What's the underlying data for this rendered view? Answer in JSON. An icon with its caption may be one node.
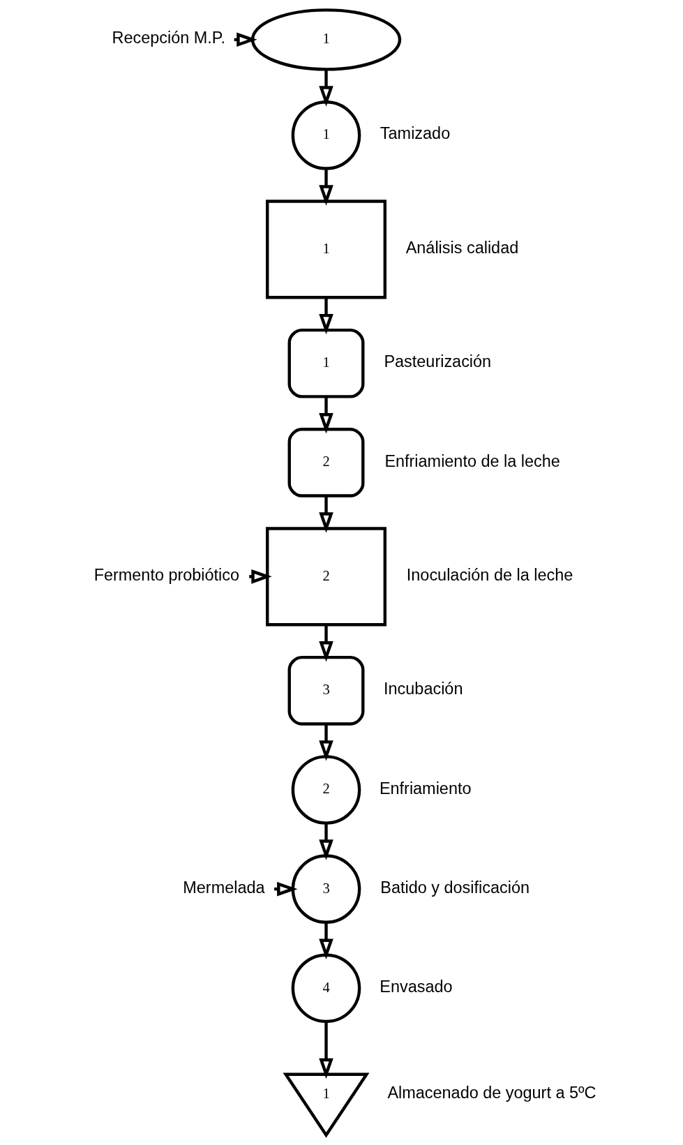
{
  "diagram": {
    "nodes": [
      {
        "text": [
          "Recepción M.P."
        ]
      },
      {
        "text": [
          "1"
        ]
      },
      {
        "text": [
          "1"
        ],
        "beside": [
          "Tamizado"
        ]
      },
      {
        "text": [
          "1"
        ],
        "beside": [
          "Análisis calidad"
        ]
      },
      {
        "text": [
          "1"
        ],
        "beside": [
          "Pasteurización"
        ]
      },
      {
        "text": [
          "2"
        ],
        "beside": [
          "Enfriamiento de la leche"
        ]
      },
      {
        "text": [
          "Fermento probiótico"
        ]
      },
      {
        "text": [
          "2"
        ],
        "beside": [
          "Inoculación de la leche"
        ]
      },
      {
        "text": [
          "3"
        ],
        "beside": [
          "Incubación"
        ]
      },
      {
        "text": [
          "2"
        ],
        "beside": [
          "Enfriamiento"
        ]
      },
      {
        "text": [
          "Mermelada"
        ]
      },
      {
        "text": [
          "3"
        ],
        "beside": [
          "Batido y dosificación"
        ]
      },
      {
        "text": [
          "4"
        ],
        "beside": [
          "Envasado"
        ]
      },
      {
        "text": [
          "1"
        ],
        "beside": [
          "Almacenado de yogurt a 5ºC"
        ]
      }
    ],
    "edges": [
      {
        "from": 0,
        "to": 1,
        "arrow": "to"
      },
      {
        "from": 1,
        "to": 2,
        "arrow": "to"
      },
      {
        "from": 2,
        "to": 3,
        "arrow": "to"
      },
      {
        "from": 3,
        "to": 4,
        "arrow": "to"
      },
      {
        "from": 4,
        "to": 5,
        "arrow": "to"
      },
      {
        "from": 5,
        "to": 7,
        "arrow": "to"
      },
      {
        "from": 6,
        "to": 7,
        "arrow": "to"
      },
      {
        "from": 7,
        "to": 8,
        "arrow": "to"
      },
      {
        "from": 8,
        "to": 9,
        "arrow": "to"
      },
      {
        "from": 9,
        "to": 11,
        "arrow": "to"
      },
      {
        "from": 10,
        "to": 11,
        "arrow": "to"
      },
      {
        "from": 11,
        "to": 12,
        "arrow": "to"
      },
      {
        "from": 12,
        "to": 13,
        "arrow": "to"
      }
    ]
  }
}
